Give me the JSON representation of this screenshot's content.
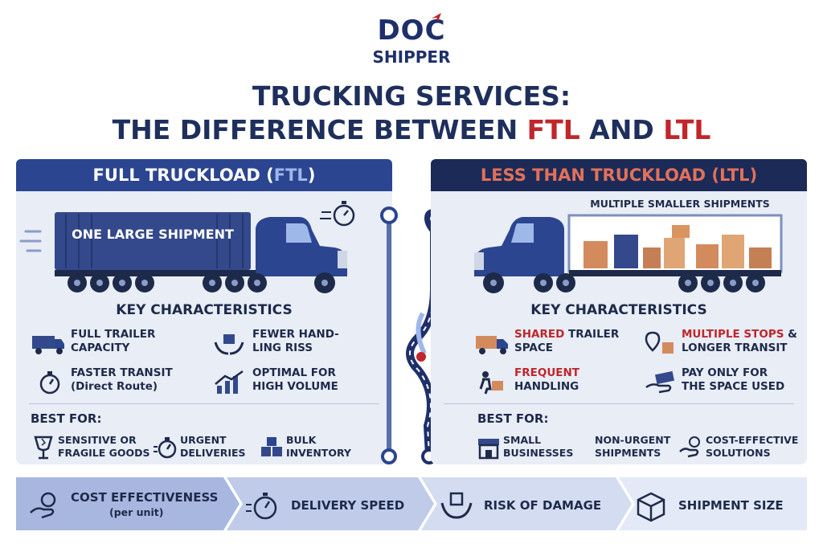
{
  "header": {
    "logo_top": "DOC",
    "logo_bottom": "SHIPPER",
    "title_line1": "TRUCKING SERVICES:",
    "title_line2_prefix": "THE DIFFERENCE BETWEEN ",
    "title_ftl": "FTL",
    "title_and": " AND ",
    "title_ltl": "LTL"
  },
  "ftl": {
    "title_main": "FULL TRUCKLOAD (",
    "title_abbr": "FTL",
    "title_close": ")",
    "truck_label": "ONE LARGE SHIPMENT",
    "key_title": "KEY CHARACTERISTICS",
    "features": [
      {
        "line1": "FULL TRAILER",
        "line2": "CAPACITY",
        "icon": "trailer-icon"
      },
      {
        "line1": "FEWER HAND-",
        "line2": "LING RISS",
        "icon": "hands-box-icon"
      },
      {
        "line1": "FASTER TRANSIT",
        "line2": "(Direct Route)",
        "icon": "stopwatch-icon"
      },
      {
        "line1": "OPTIMAL FOR",
        "line2": "HIGH VOLUME",
        "icon": "chart-up-icon"
      }
    ],
    "best_for_title": "BEST FOR:",
    "best_for": [
      {
        "line1": "SENSITIVE OR",
        "line2": "FRAGILE GOODS",
        "icon": "broken-glass-icon"
      },
      {
        "line1": "URGENT",
        "line2": "DELIVERIES",
        "icon": "stopwatch-icon"
      },
      {
        "line1": "BULK",
        "line2": "INVENTORY",
        "icon": "boxes-icon"
      }
    ]
  },
  "ltl": {
    "title_main": "LESS THAN TRUCKLOAD (LTL)",
    "truck_label": "MULTIPLE SMALLER SHIPMENTS",
    "key_title": "KEY CHARACTERISTICS",
    "features": [
      {
        "hl": "SHARED",
        "line1": " TRAILER",
        "line2": "SPACE",
        "icon": "truck-boxes-icon"
      },
      {
        "hl": "MULTIPLE STOPS",
        "line1": " &",
        "line2": "LONGER TRANSIT",
        "icon": "map-pin-box-icon"
      },
      {
        "hl": "FREQUENT",
        "line1": "",
        "line2": "HANDLING",
        "icon": "worker-dolly-icon"
      },
      {
        "hl": "",
        "line1": "PAY ONLY FOR",
        "line2": "THE SPACE USED",
        "icon": "cash-hand-icon"
      }
    ],
    "best_for_title": "BEST FOR:",
    "best_for": [
      {
        "line1": "SMALL",
        "line2": "BUSINESSES",
        "icon": "storefront-icon"
      },
      {
        "line1": "NON-URGENT",
        "line2": "SHIPMENTS",
        "icon": ""
      },
      {
        "line1": "COST-EFFECTIVE",
        "line2": "SOLUTIONS",
        "icon": "coin-hand-icon"
      }
    ]
  },
  "bottom_bar": [
    {
      "label": "COST EFFECTIVENESS",
      "sub": "(per unit)",
      "icon": "coin-hand-icon"
    },
    {
      "label": "DELIVERY SPEED",
      "sub": "",
      "icon": "stopwatch-icon"
    },
    {
      "label": "RISK OF DAMAGE",
      "sub": "",
      "icon": "hands-box-icon"
    },
    {
      "label": "SHIPMENT SIZE",
      "sub": "",
      "icon": "box-icon"
    }
  ],
  "colors": {
    "navy": "#1e2f5c",
    "ftl_blue": "#2b4590",
    "ltl_navy": "#1c2a57",
    "accent_red": "#c0262b",
    "route_orange": "#e0715a",
    "panel_bg": "#e8edf6"
  }
}
